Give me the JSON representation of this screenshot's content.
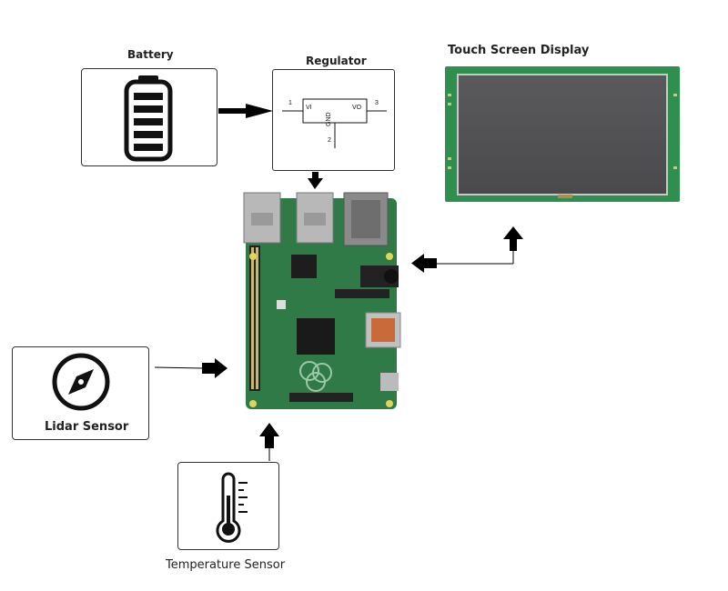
{
  "battery": {
    "label": "Battery"
  },
  "regulator": {
    "label": "Regulator",
    "pin1": "1",
    "pin2": "2",
    "pin3": "3",
    "vi": "VI",
    "vo": "VO",
    "gnd": "GND"
  },
  "display": {
    "label": "Touch Screen Display"
  },
  "lidar": {
    "label": "Lidar Sensor"
  },
  "temperature": {
    "label": "Temperature Sensor"
  },
  "colors": {
    "pcb": "#2f7a46",
    "display_frame": "#2f8f4f",
    "arrow": "#000000"
  }
}
